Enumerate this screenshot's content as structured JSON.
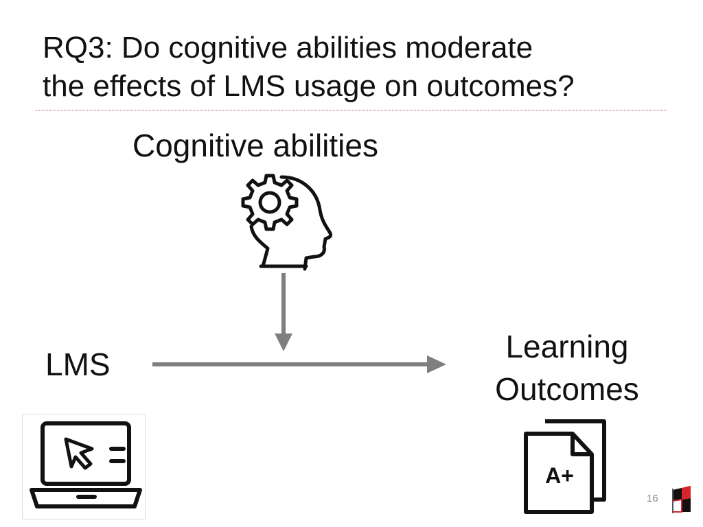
{
  "slide": {
    "title_line1": "RQ3: Do cognitive abilities moderate",
    "title_line2": "the effects of LMS usage on outcomes?",
    "page_number": "16"
  },
  "diagram": {
    "moderator_label": "Cognitive abilities",
    "predictor_label": "LMS",
    "outcome_label_line1": "Learning",
    "outcome_label_line2": "Outcomes",
    "grade_text": "A+",
    "arrow_color": "#7f7f7f",
    "icons": [
      "gear-head-icon",
      "laptop-cursor-icon",
      "graded-documents-icon",
      "university-logo-icon"
    ]
  },
  "colors": {
    "title_rule": "#c04a4a",
    "page_number": "#8a8a8a"
  }
}
